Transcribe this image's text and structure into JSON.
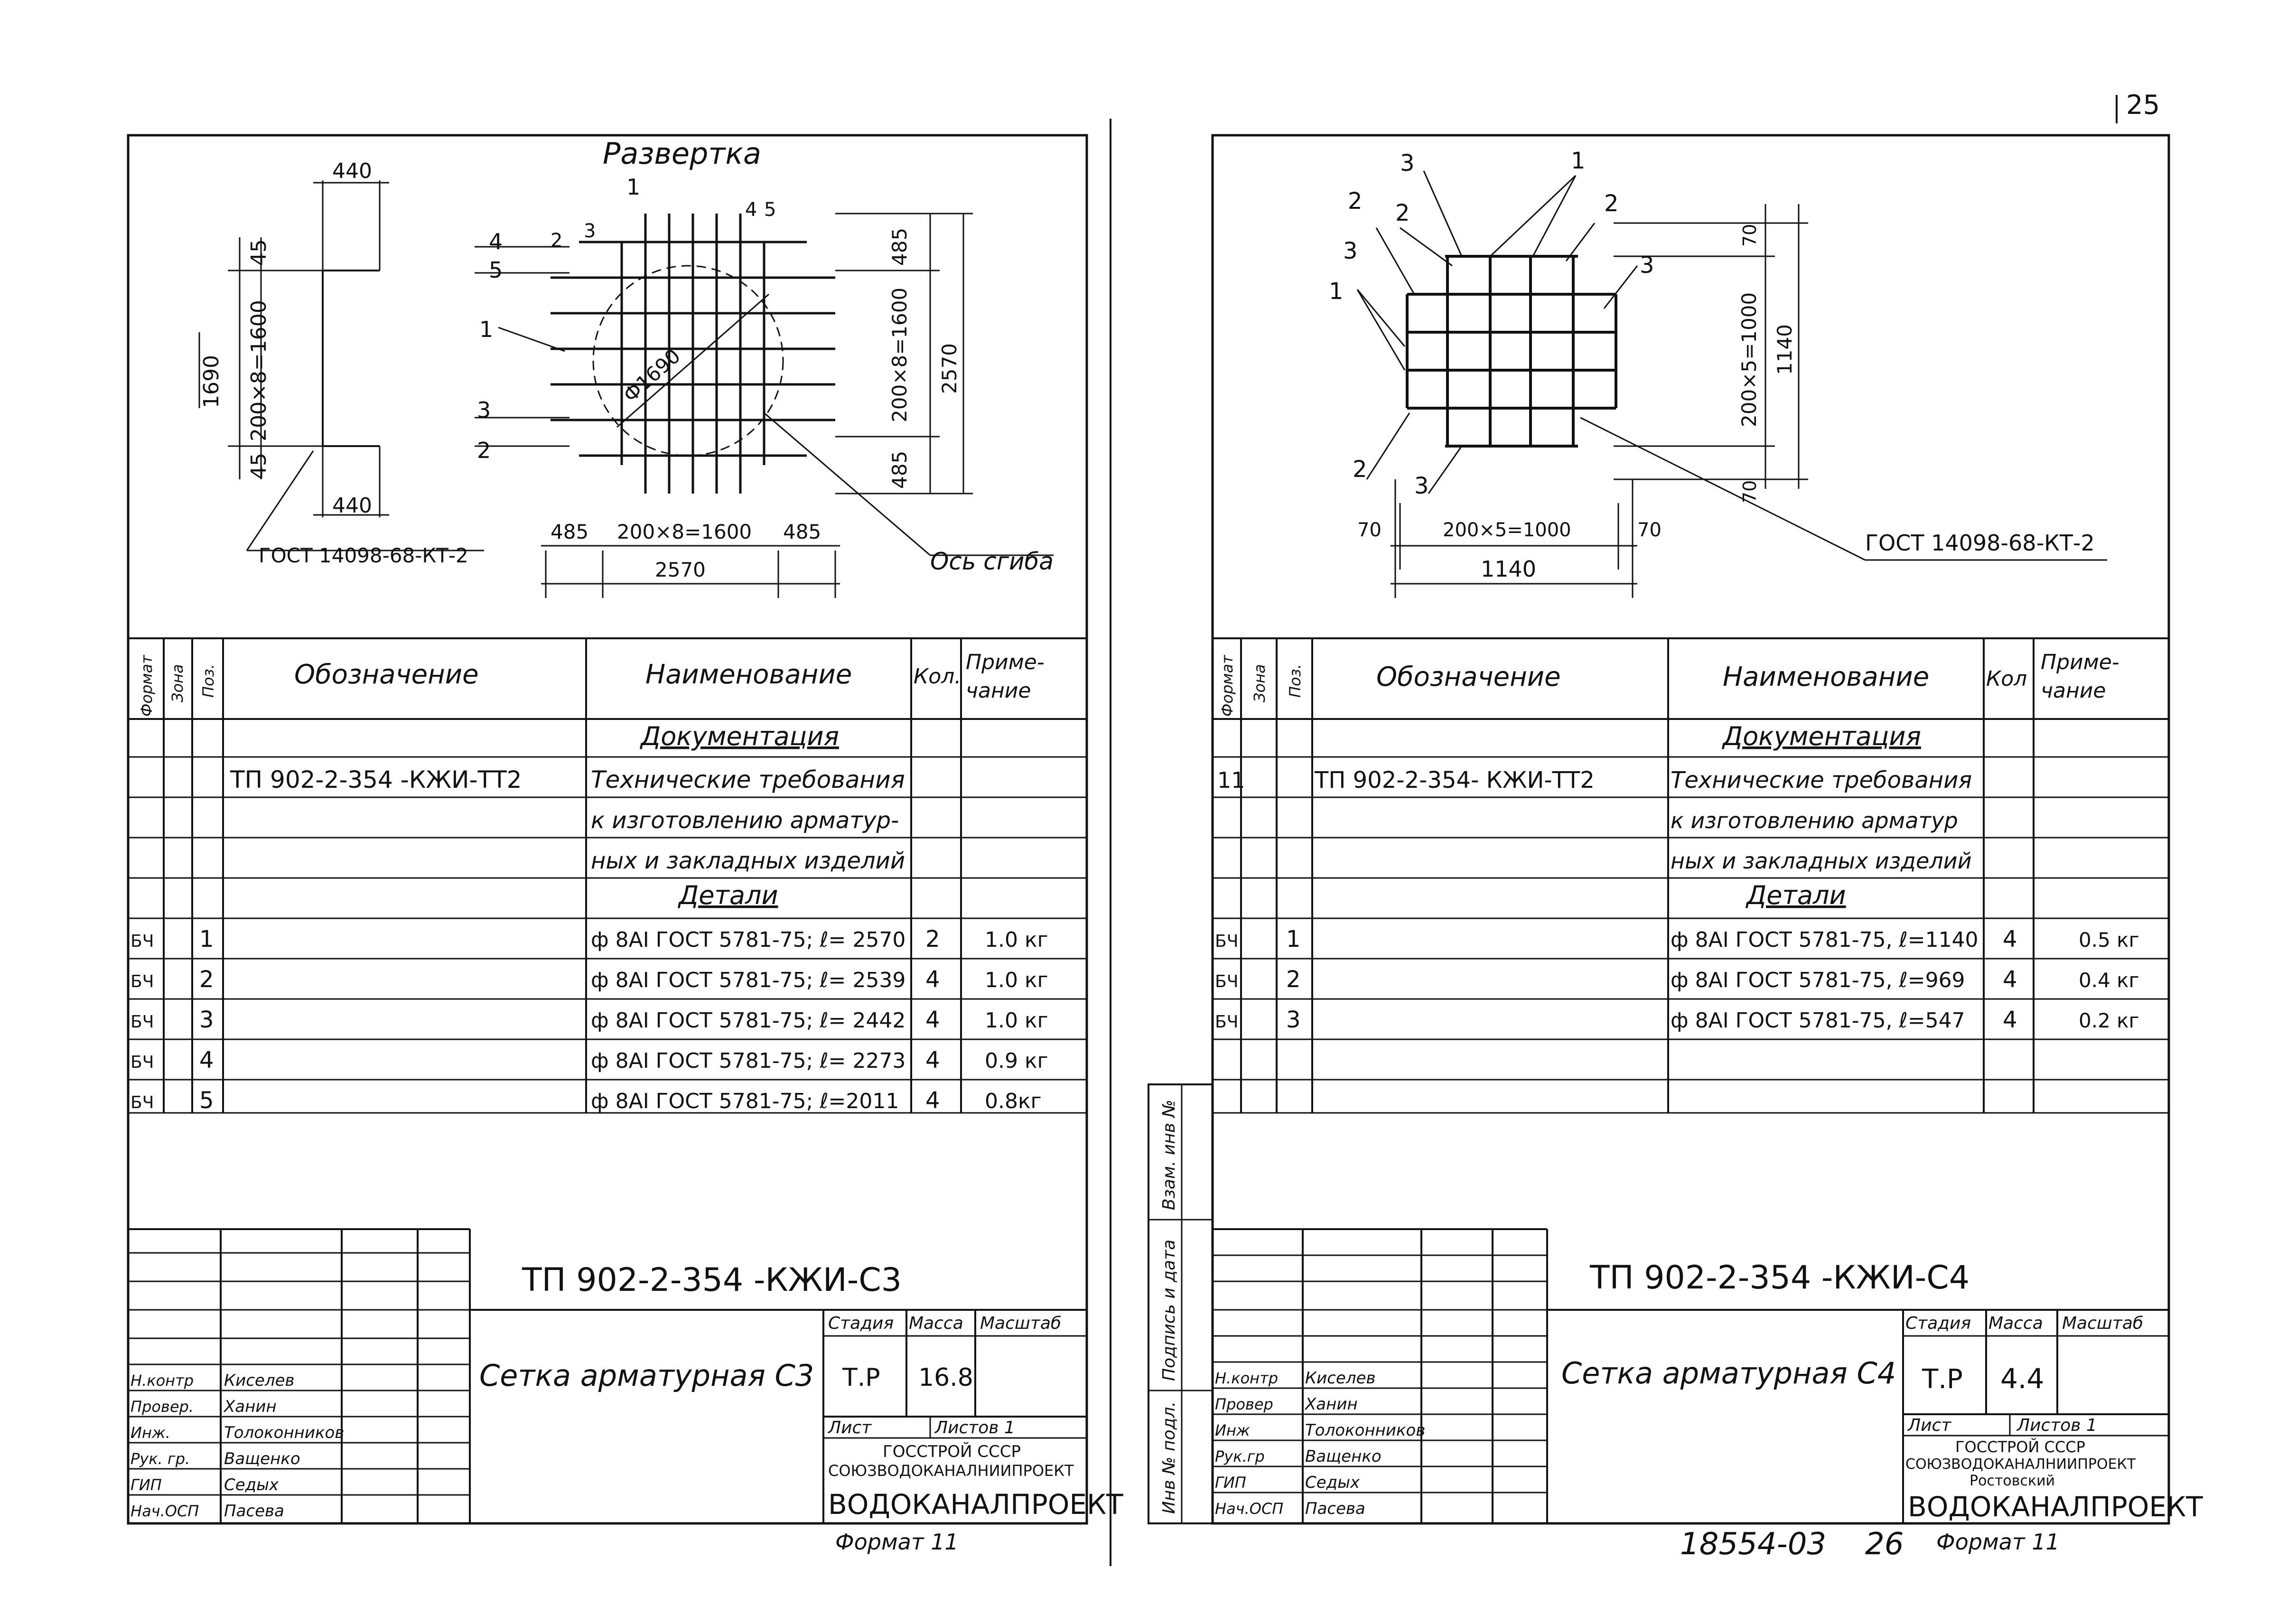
{
  "page_number": "25",
  "archive_number": "18554-03",
  "archive_sheet": "26",
  "left": {
    "drawing": {
      "title": "Развертка",
      "dim_440_top": "440",
      "dim_440_bot": "440",
      "dim_45_top": "45",
      "dim_45_bot": "45",
      "dim_200x8_v": "200×8=1600",
      "dim_1690": "1690",
      "weld_ref": "ГОСТ 14098-68-КТ-2",
      "dia_label": "Ф1690",
      "dim_485_tr": "485",
      "dim_485_br": "485",
      "dim_200x8_vr": "200×8=1600",
      "dim_2570_v": "2570",
      "dim_485_bl": "485",
      "dim_200x8_h": "200×8=1600",
      "dim_485_bh": "485",
      "dim_2570_h": "2570",
      "axis_label": "Ось сгиба",
      "pos": [
        "1",
        "2",
        "3",
        "4",
        "5"
      ]
    },
    "table": {
      "headers": {
        "format": "Формат",
        "zone": "Зона",
        "pos": "Поз.",
        "designation": "Обозначение",
        "name": "Наименование",
        "qty": "Кол.",
        "note1": "Приме-",
        "note2": "чание"
      },
      "section_docs": "Документация",
      "doc_designation": "ТП 902-2-354 -КЖИ-ТТ2",
      "doc_name": [
        "Технические требования",
        "к изготовлению арматур-",
        "ных и закладных изделий"
      ],
      "section_parts": "Детали",
      "rows": [
        {
          "format": "БЧ",
          "pos": "1",
          "name": "ф 8АI ГОСТ 5781-75; ℓ= 2570",
          "qty": "2",
          "note": "1.0 кг"
        },
        {
          "format": "БЧ",
          "pos": "2",
          "name": "ф 8АI ГОСТ 5781-75; ℓ= 2539",
          "qty": "4",
          "note": "1.0 кг"
        },
        {
          "format": "БЧ",
          "pos": "3",
          "name": "ф 8АI ГОСТ 5781-75; ℓ= 2442",
          "qty": "4",
          "note": "1.0 кг"
        },
        {
          "format": "БЧ",
          "pos": "4",
          "name": "ф 8АI ГОСТ 5781-75; ℓ= 2273",
          "qty": "4",
          "note": "0.9 кг"
        },
        {
          "format": "БЧ",
          "pos": "5",
          "name": "ф 8АI ГОСТ 5781-75; ℓ=2011",
          "qty": "4",
          "note": "0.8кг"
        }
      ]
    },
    "stamp": {
      "code": "ТП 902-2-354   -КЖИ-С3",
      "title": "Сетка арматурная С3",
      "stage_h": "Стадия",
      "mass_h": "Масса",
      "scale_h": "Масштаб",
      "stage": "Т.Р",
      "mass": "16.8",
      "sheet_h": "Лист",
      "sheets_h": "Листов 1",
      "org1": "ГОССТРОЙ СССР",
      "org2": "СОЮЗВОДОКАНАЛНИИПРОЕКТ",
      "org3": "ВОДОКАНАЛПРОЕКТ",
      "format": "Формат 11",
      "roles": [
        "Н.контр",
        "Провер.",
        "Инж.",
        "Рук. гр.",
        "ГИП",
        "Нач.ОСП"
      ],
      "names": [
        "Киселев",
        "Ханин",
        "Толоконников",
        "Ващенко",
        "Седых",
        "Пасева"
      ]
    }
  },
  "right": {
    "drawing": {
      "dim_70_tr": "70",
      "dim_200x5_v": "200×5=1000",
      "dim_1140_v": "1140",
      "dim_70_br": "70",
      "dim_70_l": "70",
      "dim_200x5_h": "200×5=1000",
      "dim_70_r": "70",
      "dim_1140_h": "1140",
      "weld_ref": "ГОСТ 14098-68-КТ-2",
      "pos": [
        "1",
        "2",
        "3"
      ]
    },
    "side_labels": [
      "Взам. инв №",
      "Подпись и дата",
      "Инв № подл."
    ],
    "table": {
      "headers": {
        "format": "Формат",
        "zone": "Зона",
        "pos": "Поз.",
        "designation": "Обозначение",
        "name": "Наименование",
        "qty": "Кол",
        "note1": "Приме-",
        "note2": "чание"
      },
      "section_docs": "Документация",
      "doc_format": "11",
      "doc_designation": "ТП 902-2-354- КЖИ-ТТ2",
      "doc_name": [
        "Технические требования",
        "к изготовлению арматур",
        "ных и закладных изделий"
      ],
      "section_parts": "Детали",
      "rows": [
        {
          "format": "БЧ",
          "pos": "1",
          "name": "ф 8АI ГОСТ 5781-75, ℓ=1140",
          "qty": "4",
          "note": "0.5 кг"
        },
        {
          "format": "БЧ",
          "pos": "2",
          "name": "ф 8АI ГОСТ 5781-75, ℓ=969",
          "qty": "4",
          "note": "0.4 кг"
        },
        {
          "format": "БЧ",
          "pos": "3",
          "name": "ф 8АI ГОСТ 5781-75, ℓ=547",
          "qty": "4",
          "note": "0.2 кг"
        }
      ]
    },
    "stamp": {
      "code": "ТП 902-2-354  -КЖИ-С4",
      "title": "Сетка арматурная С4",
      "stage_h": "Стадия",
      "mass_h": "Масса",
      "scale_h": "Масштаб",
      "stage": "Т.Р",
      "mass": "4.4",
      "sheet_h": "Лист",
      "sheets_h": "Листов 1",
      "org1": "ГОССТРОЙ СССР",
      "org2": "СОЮЗВОДОКАНАЛНИИПРОЕКТ",
      "org3": "Ростовский",
      "org4": "ВОДОКАНАЛПРОЕКТ",
      "format": "Формат 11",
      "roles": [
        "Н.контр",
        "Провер",
        "Инж",
        "Рук.гр",
        "ГИП",
        "Нач.ОСП"
      ],
      "names": [
        "Киселев",
        "Ханин",
        "Толоконников",
        "Ващенко",
        "Седых",
        "Пасева"
      ]
    }
  }
}
